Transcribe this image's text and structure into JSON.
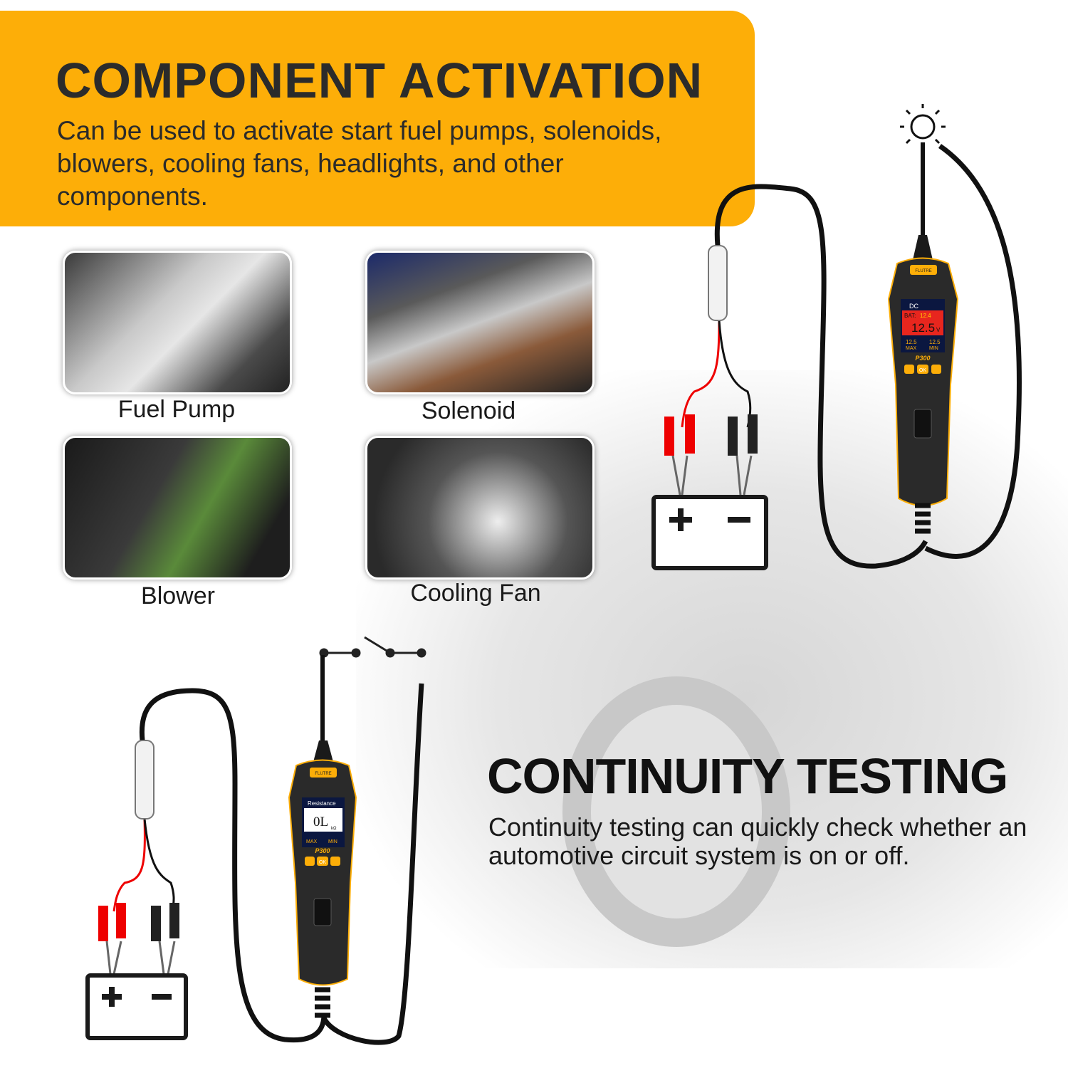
{
  "component_activation": {
    "title": "COMPONENT ACTIVATION",
    "description": "Can be used to activate start fuel pumps, solenoids, blowers, cooling fans, headlights, and other components."
  },
  "components": [
    {
      "label": "Fuel Pump"
    },
    {
      "label": "Solenoid"
    },
    {
      "label": "Blower"
    },
    {
      "label": "Cooling Fan"
    }
  ],
  "continuity_testing": {
    "title": "CONTINUITY TESTING",
    "description": "Continuity testing can quickly check whether an automotive circuit system is on or off."
  },
  "device_top": {
    "brand": "FLUTRE",
    "mode": "DC",
    "bat_label": "BAT:",
    "bat_value": "12.4",
    "reading": "12.5",
    "unit": "V",
    "max_value": "12.5",
    "max_label": "MAX",
    "min_value": "12.5",
    "min_label": "MIN",
    "model": "P300",
    "ok_label": "OK"
  },
  "device_bottom": {
    "brand": "FLUTRE",
    "mode": "Resistance",
    "reading": "0L",
    "unit": "kΩ",
    "max_label": "MAX",
    "min_label": "MIN",
    "model": "P300",
    "ok_label": "OK"
  },
  "colors": {
    "accent": "#fdae08",
    "text": "#2b2b2b",
    "device_body": "#2a2a2a",
    "screen_red": "#e8261e"
  }
}
